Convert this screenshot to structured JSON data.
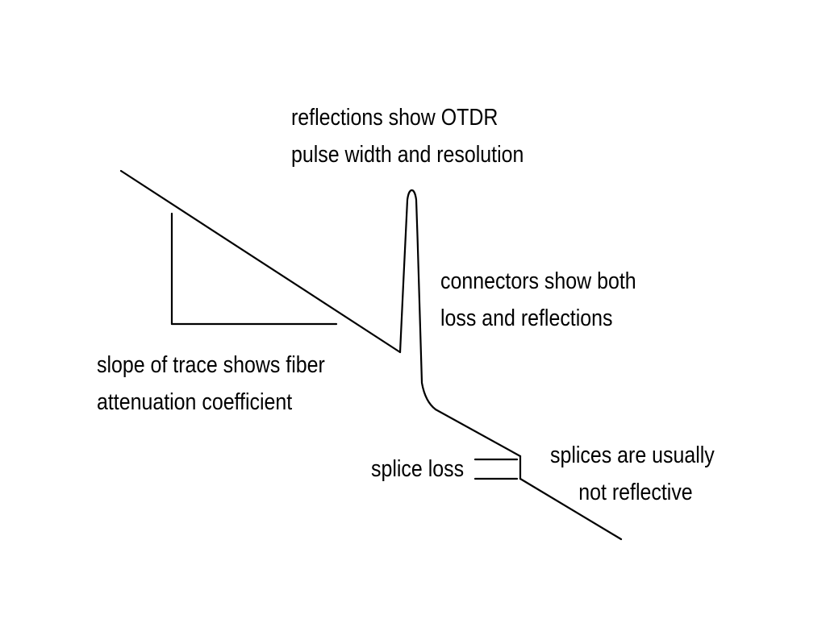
{
  "colors": {
    "background": "#ffffff",
    "trace": "#000000"
  },
  "labels": {
    "reflections": {
      "line1": "reflections show OTDR",
      "line2": "pulse width and resolution"
    },
    "connectors": {
      "line1": "connectors show both",
      "line2": "loss and reflections"
    },
    "slope": {
      "line1": "slope of trace shows fiber",
      "line2": "attenuation coefficient"
    },
    "splice_loss": "splice loss",
    "splices": {
      "line1": "splices are usually",
      "line2": "not reflective"
    }
  }
}
